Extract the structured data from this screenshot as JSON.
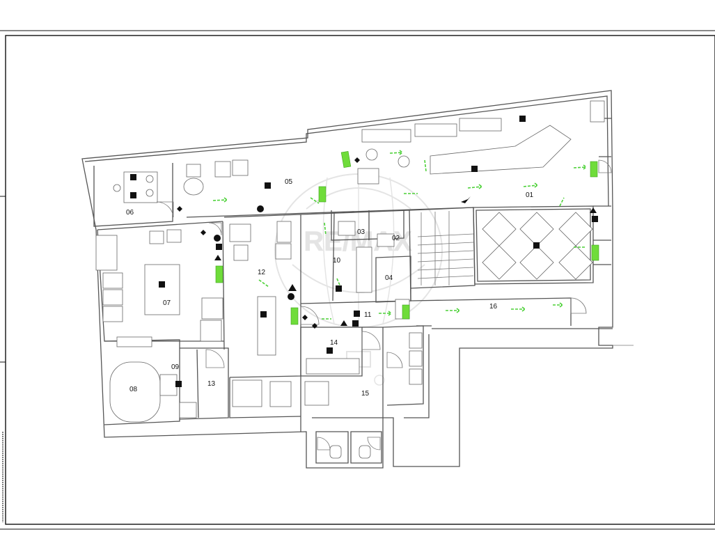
{
  "rooms": [
    {
      "id": "r01",
      "label": "01"
    },
    {
      "id": "r02",
      "label": "02"
    },
    {
      "id": "r03",
      "label": "03"
    },
    {
      "id": "r04",
      "label": "04"
    },
    {
      "id": "r05",
      "label": "05"
    },
    {
      "id": "r06",
      "label": "06"
    },
    {
      "id": "r07",
      "label": "07"
    },
    {
      "id": "r08",
      "label": "08"
    },
    {
      "id": "r09",
      "label": "09"
    },
    {
      "id": "r10",
      "label": "10"
    },
    {
      "id": "r11",
      "label": "11"
    },
    {
      "id": "r12",
      "label": "12"
    },
    {
      "id": "r13",
      "label": "13"
    },
    {
      "id": "r14",
      "label": "14"
    },
    {
      "id": "r15",
      "label": "15"
    },
    {
      "id": "r16",
      "label": "16"
    }
  ],
  "watermark": {
    "text": "RE/MAX"
  },
  "colors": {
    "exit_green": "#6fdc3a",
    "wall": "#555555",
    "frame": "#111111"
  }
}
